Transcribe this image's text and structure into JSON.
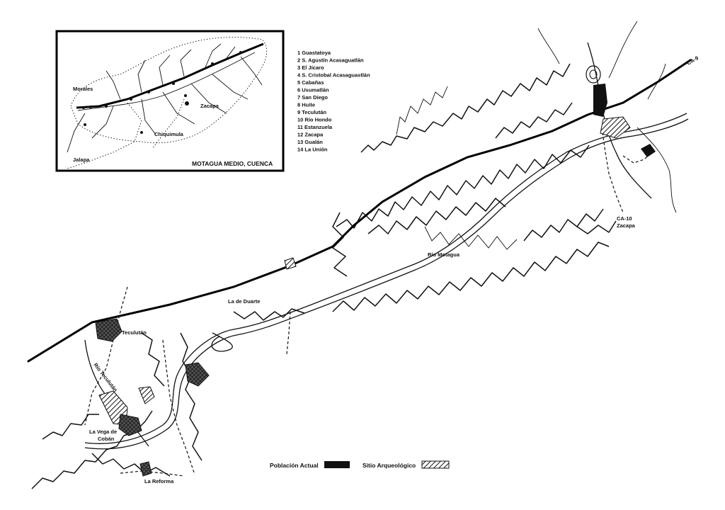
{
  "inset": {
    "title": "MOTAGUA MEDIO, CUENCA",
    "labels": {
      "morales": "Morales",
      "zacapa": "Zacapa",
      "chiquimula": "Chiquimula",
      "jalapa": "Jalapa"
    }
  },
  "index_list": [
    "1  Guastatoya",
    "2  S. Agustín Acasaguatlán",
    "3  El Jícaro",
    "4  S. Cristobal Acasaguastlán",
    "5  Cabañas",
    "6  Usumatlán",
    "7  San Diego",
    "8  Huite",
    "9  Teculután",
    "10 Río Hondo",
    "11 Estanzuela",
    "12 Zacapa",
    "13 Gualán",
    "14 La Unión"
  ],
  "map_labels": {
    "ca9": "CA-9",
    "ca10": "CA-10",
    "zacapa": "Zacapa",
    "rio_motagua": "Río Motagua",
    "la_de_duarte": "La de Duarte",
    "teculutan": "Teculután",
    "rio_teculutan": "Río Teculután",
    "la_vega_1": "La Vega de",
    "la_vega_2": "Cobán",
    "la_reforma": "La Reforma"
  },
  "legend": {
    "poblacion": "Población Actual",
    "sitio": "Sitio Arqueológico"
  },
  "colors": {
    "ink": "#111111",
    "background": "#ffffff"
  }
}
